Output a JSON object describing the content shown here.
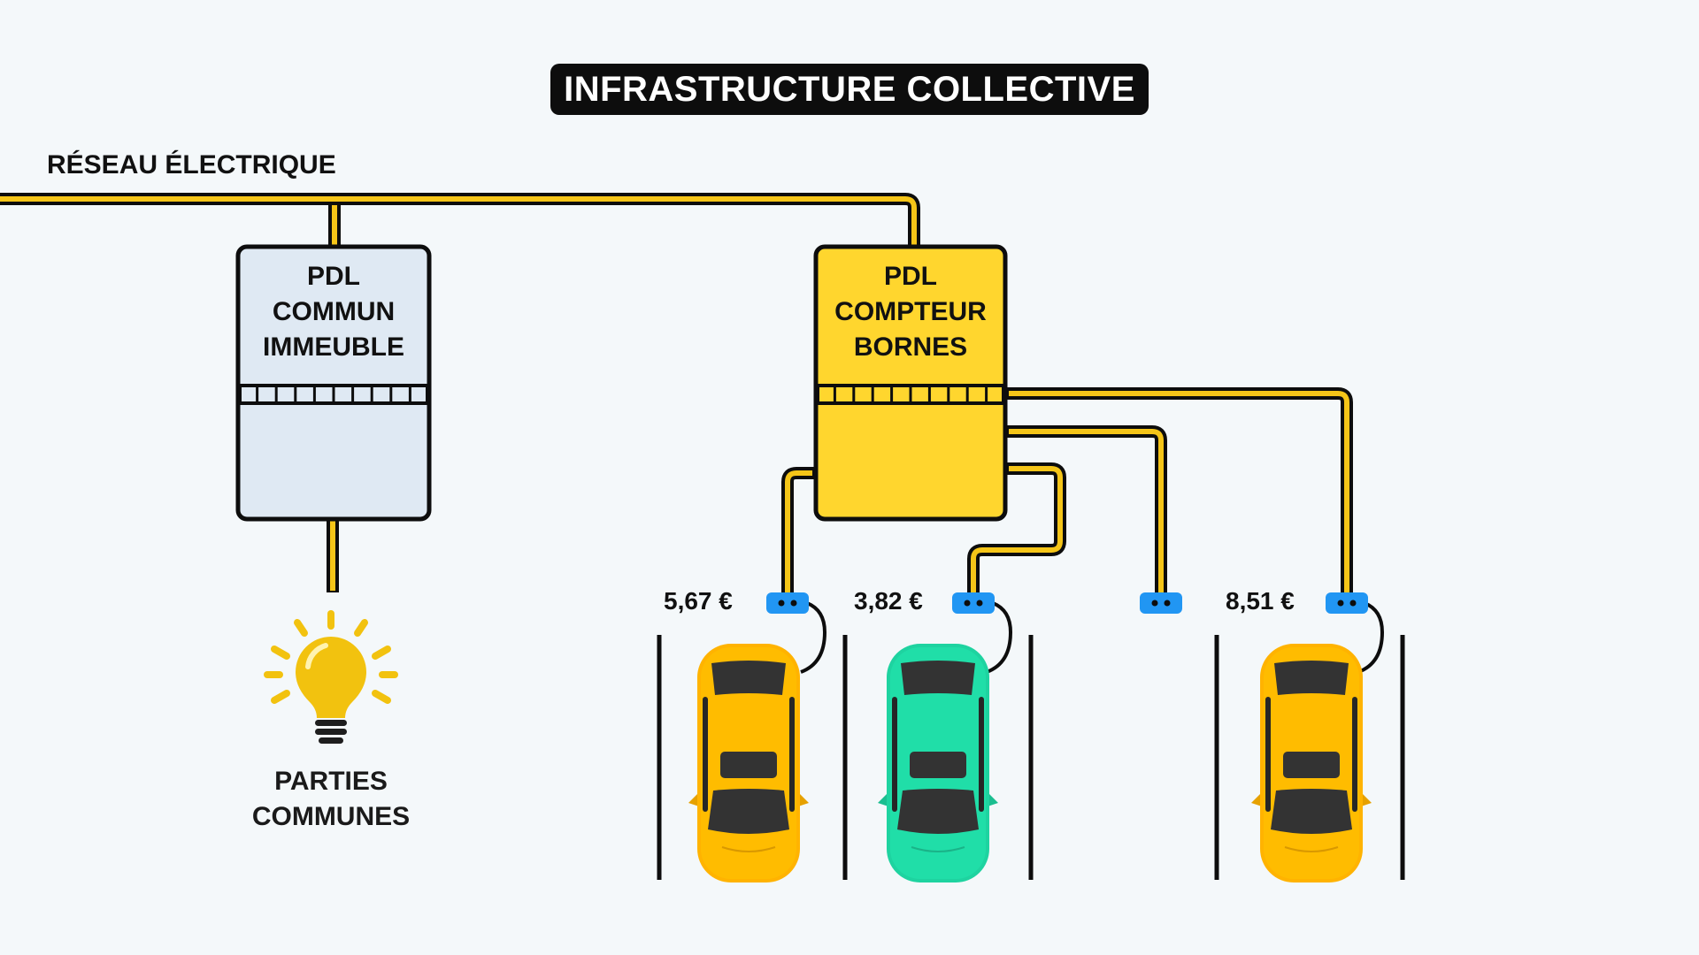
{
  "title": "INFRASTRUCTURE COLLECTIVE",
  "network_label": "RÉSEAU ÉLECTRIQUE",
  "meters": [
    {
      "lines": [
        "PDL",
        "COMMUN",
        "IMMEUBLE"
      ],
      "fill": "#dfe9f3",
      "role": "common"
    },
    {
      "lines": [
        "PDL",
        "COMPTEUR",
        "BORNES"
      ],
      "fill": "#ffd62e",
      "role": "charging"
    }
  ],
  "common_load": {
    "icon": "lightbulb-icon",
    "lines": [
      "PARTIES",
      "COMMUNES"
    ]
  },
  "charging_spots": [
    {
      "price": "5,67 €",
      "car_color": "#ffb300",
      "occupied": true
    },
    {
      "price": "3,82 €",
      "car_color": "#1ed3a0",
      "occupied": true
    },
    {
      "price": "",
      "car_color": "",
      "occupied": false
    },
    {
      "price": "8,51 €",
      "car_color": "#ffb300",
      "occupied": true
    }
  ],
  "colors": {
    "wire_core": "#f5c518",
    "wire_outline": "#0d0d0d",
    "socket": "#2196f3",
    "bulb": "#f2c20f"
  }
}
